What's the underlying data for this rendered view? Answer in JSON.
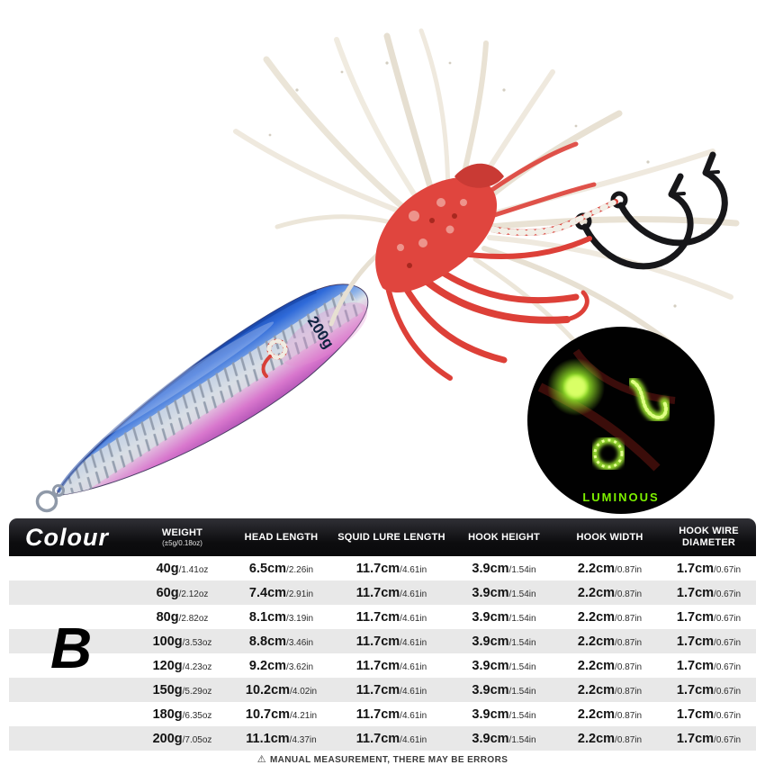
{
  "product_image": {
    "weight_marking": "200g",
    "luminous_label": "LUMINOUS",
    "colors": {
      "body_blue": "#2458c9",
      "body_pink": "#d877cd",
      "body_silver": "#dfe3e9",
      "skirt_red": "#e0453e",
      "tentacle_white": "#ece6d9",
      "hook_black": "#17171a",
      "luminous_green": "#7df000",
      "inset_black": "#010101"
    }
  },
  "spec_table": {
    "corner_label": "Colour",
    "variant_label": "B",
    "columns": [
      {
        "label": "WEIGHT",
        "sublabel": "(±5g/0.18oz)"
      },
      {
        "label": "HEAD LENGTH",
        "sublabel": ""
      },
      {
        "label": "SQUID LURE LENGTH",
        "sublabel": ""
      },
      {
        "label": "HOOK HEIGHT",
        "sublabel": ""
      },
      {
        "label": "HOOK WIDTH",
        "sublabel": ""
      },
      {
        "label": "HOOK WIRE DIAMETER",
        "sublabel": ""
      }
    ],
    "rows": [
      {
        "cells": [
          [
            "40g",
            "/1.41oz"
          ],
          [
            "6.5cm",
            "/2.26in"
          ],
          [
            "11.7cm",
            "/4.61in"
          ],
          [
            "3.9cm",
            "/1.54in"
          ],
          [
            "2.2cm",
            "/0.87in"
          ],
          [
            "1.7cm",
            "/0.67in"
          ]
        ]
      },
      {
        "cells": [
          [
            "60g",
            "/2.12oz"
          ],
          [
            "7.4cm",
            "/2.91in"
          ],
          [
            "11.7cm",
            "/4.61in"
          ],
          [
            "3.9cm",
            "/1.54in"
          ],
          [
            "2.2cm",
            "/0.87in"
          ],
          [
            "1.7cm",
            "/0.67in"
          ]
        ]
      },
      {
        "cells": [
          [
            "80g",
            "/2.82oz"
          ],
          [
            "8.1cm",
            "/3.19in"
          ],
          [
            "11.7cm",
            "/4.61in"
          ],
          [
            "3.9cm",
            "/1.54in"
          ],
          [
            "2.2cm",
            "/0.87in"
          ],
          [
            "1.7cm",
            "/0.67in"
          ]
        ]
      },
      {
        "cells": [
          [
            "100g",
            "/3.53oz"
          ],
          [
            "8.8cm",
            "/3.46in"
          ],
          [
            "11.7cm",
            "/4.61in"
          ],
          [
            "3.9cm",
            "/1.54in"
          ],
          [
            "2.2cm",
            "/0.87in"
          ],
          [
            "1.7cm",
            "/0.67in"
          ]
        ]
      },
      {
        "cells": [
          [
            "120g",
            "/4.23oz"
          ],
          [
            "9.2cm",
            "/3.62in"
          ],
          [
            "11.7cm",
            "/4.61in"
          ],
          [
            "3.9cm",
            "/1.54in"
          ],
          [
            "2.2cm",
            "/0.87in"
          ],
          [
            "1.7cm",
            "/0.67in"
          ]
        ]
      },
      {
        "cells": [
          [
            "150g",
            "/5.29oz"
          ],
          [
            "10.2cm",
            "/4.02in"
          ],
          [
            "11.7cm",
            "/4.61in"
          ],
          [
            "3.9cm",
            "/1.54in"
          ],
          [
            "2.2cm",
            "/0.87in"
          ],
          [
            "1.7cm",
            "/0.67in"
          ]
        ]
      },
      {
        "cells": [
          [
            "180g",
            "/6.35oz"
          ],
          [
            "10.7cm",
            "/4.21in"
          ],
          [
            "11.7cm",
            "/4.61in"
          ],
          [
            "3.9cm",
            "/1.54in"
          ],
          [
            "2.2cm",
            "/0.87in"
          ],
          [
            "1.7cm",
            "/0.67in"
          ]
        ]
      },
      {
        "cells": [
          [
            "200g",
            "/7.05oz"
          ],
          [
            "11.1cm",
            "/4.37in"
          ],
          [
            "11.7cm",
            "/4.61in"
          ],
          [
            "3.9cm",
            "/1.54in"
          ],
          [
            "2.2cm",
            "/0.87in"
          ],
          [
            "1.7cm",
            "/0.67in"
          ]
        ]
      }
    ],
    "footnote_icon": "⚠",
    "footnote": "MANUAL MEASUREMENT, THERE MAY BE ERRORS"
  }
}
